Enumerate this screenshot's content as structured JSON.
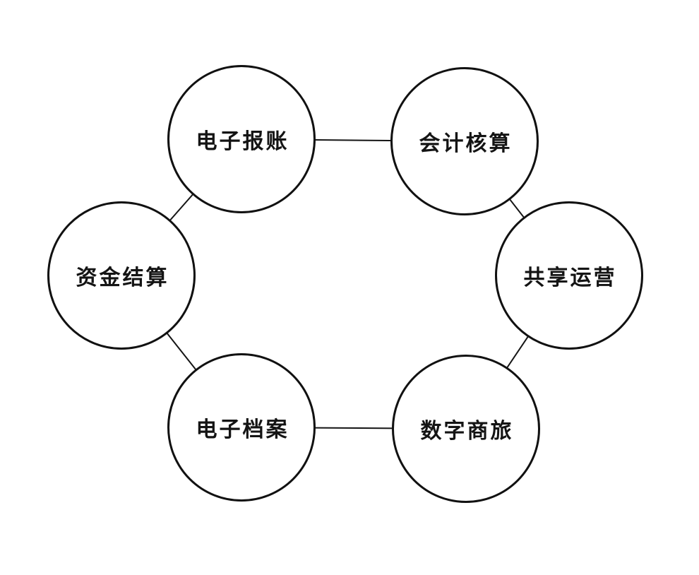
{
  "diagram": {
    "type": "cycle-diagram",
    "background_color": "#ffffff",
    "stroke_color": "#111111",
    "text_color": "#141414",
    "nodes": [
      {
        "id": "electronic-reimbursement",
        "label": "电子报账",
        "position": "top-left"
      },
      {
        "id": "accounting",
        "label": "会计核算",
        "position": "top-right"
      },
      {
        "id": "shared-operations",
        "label": "共享运营",
        "position": "right"
      },
      {
        "id": "digital-business-travel",
        "label": "数字商旅",
        "position": "bottom-right"
      },
      {
        "id": "electronic-archives",
        "label": "电子档案",
        "position": "bottom-left"
      },
      {
        "id": "fund-settlement",
        "label": "资金结算",
        "position": "left"
      }
    ],
    "edges": [
      [
        "electronic-reimbursement",
        "accounting"
      ],
      [
        "accounting",
        "shared-operations"
      ],
      [
        "shared-operations",
        "digital-business-travel"
      ],
      [
        "digital-business-travel",
        "electronic-archives"
      ],
      [
        "electronic-archives",
        "fund-settlement"
      ],
      [
        "fund-settlement",
        "electronic-reimbursement"
      ]
    ]
  }
}
